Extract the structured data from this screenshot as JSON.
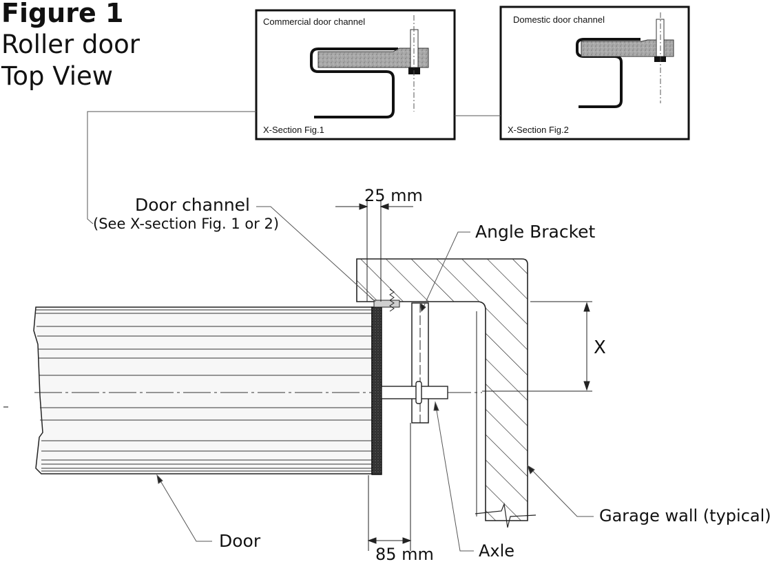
{
  "title": {
    "line1": "Figure 1",
    "line2": "Roller door",
    "line3": "Top View"
  },
  "insets": {
    "commercial": {
      "heading": "Commercial door channel",
      "caption": "X-Section Fig.1"
    },
    "domestic": {
      "heading": "Domestic door channel",
      "caption": "X-Section Fig.2"
    }
  },
  "labels": {
    "door_channel": "Door channel",
    "door_channel_note": "(See X-section Fig. 1 or 2)",
    "dim_25": "25 mm",
    "angle_bracket": "Angle Bracket",
    "dim_x": "X",
    "garage_wall": "Garage wall (typical)",
    "door": "Door",
    "dim_85": "85 mm",
    "axle": "Axle"
  }
}
